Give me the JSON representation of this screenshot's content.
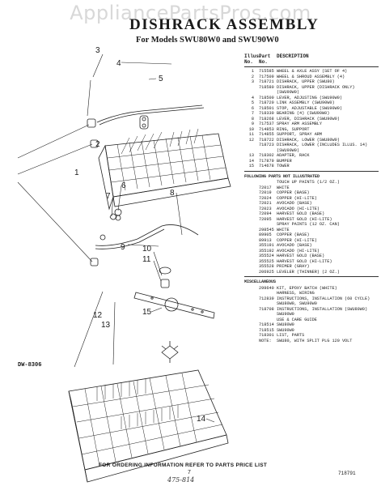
{
  "watermark": "AppliancePartsPros.com",
  "title": "DISHRACK ASSEMBLY",
  "subtitle": "For Models SWU80W0 and SWU90W0",
  "diagram_code": "DW-8306",
  "callouts": [
    "1",
    "2",
    "3",
    "4",
    "5",
    "6",
    "7",
    "8",
    "9",
    "10",
    "11",
    "12",
    "13",
    "14",
    "15"
  ],
  "parts_header": {
    "illus": "Illus. No.",
    "part": "Part No.",
    "desc": "DESCRIPTION"
  },
  "parts": [
    {
      "no": "1",
      "part": "715585",
      "desc": "WHEEL & AXLE ASSY (SET OF 4)"
    },
    {
      "no": "2",
      "part": "717509",
      "desc": "WHEEL & SHROUD ASSEMBLY (4)"
    },
    {
      "no": "3",
      "part": "718721",
      "desc": "DISHRACK, UPPER (SWU80)"
    },
    {
      "no": "",
      "part": "718580",
      "desc": "DISHRACK, UPPER (DISHRACK ONLY) (SWU90W0)"
    },
    {
      "no": "4",
      "part": "718500",
      "desc": "LEVER, ADJUSTING (SWU90W0)"
    },
    {
      "no": "5",
      "part": "718720",
      "desc": "LINK ASSEMBLY (SWU90W0)"
    },
    {
      "no": "6",
      "part": "718501",
      "desc": "STOP, ADJUSTABLE (SWU90W0)"
    },
    {
      "no": "7",
      "part": "718330",
      "desc": "BEARING (4) (SWU90W0)"
    },
    {
      "no": "8",
      "part": "718268",
      "desc": "LEVER, DISHRACK (SWU90W0)"
    },
    {
      "no": "9",
      "part": "717537",
      "desc": "SPRAY ARM ASSEMBLY"
    },
    {
      "no": "10",
      "part": "714853",
      "desc": "RING, SUPPORT"
    },
    {
      "no": "11",
      "part": "714855",
      "desc": "SUPPORT, SPRAY ARM"
    },
    {
      "no": "12",
      "part": "718722",
      "desc": "DISHRACK, LOWER (SWU80W0)"
    },
    {
      "no": "",
      "part": "718723",
      "desc": "DISHRACK, LOWER (INCLUDES ILLUS. 14) (SWU90W0)"
    },
    {
      "no": "13",
      "part": "718302",
      "desc": "ADAPTER, RACK"
    },
    {
      "no": "14",
      "part": "717879",
      "desc": "BUMPER"
    },
    {
      "no": "15",
      "part": "714678",
      "desc": "TOWER"
    }
  ],
  "not_illustrated_heading": "FOLLOWING PARTS NOT ILLUSTRATED",
  "not_illustrated": [
    {
      "part": "",
      "desc": "TOUCH UP PAINTS (1/2 OZ.)"
    },
    {
      "part": "72017",
      "desc": "WHITE"
    },
    {
      "part": "72019",
      "desc": "COPPER (BASE)"
    },
    {
      "part": "72024",
      "desc": "COPPER (HI-LITE)"
    },
    {
      "part": "72021",
      "desc": "AVOCADO (BASE)"
    },
    {
      "part": "72023",
      "desc": "AVOCADO (HI-LITE)"
    },
    {
      "part": "72094",
      "desc": "HARVEST GOLD (BASE)"
    },
    {
      "part": "72095",
      "desc": "HARVEST GOLD (HI-LITE)"
    },
    {
      "part": "",
      "desc": "SPRAY PAINTS (12 OZ. CAN)"
    },
    {
      "part": "298545",
      "desc": "WHITE"
    },
    {
      "part": "89905",
      "desc": "COPPER (BASE)"
    },
    {
      "part": "89913",
      "desc": "COPPER (HI-LITE)"
    },
    {
      "part": "355191",
      "desc": "AVOCADO (BASE)"
    },
    {
      "part": "355192",
      "desc": "AVOCADO (HI-LITE)"
    },
    {
      "part": "355524",
      "desc": "HARVEST GOLD (BASE)"
    },
    {
      "part": "355525",
      "desc": "HARVEST GOLD (HI-LITE)"
    },
    {
      "part": "355528",
      "desc": "PRIMER (GRAY)"
    },
    {
      "part": "206925",
      "desc": "LEVELER (THINNER) (2 OZ.)"
    }
  ],
  "misc_heading": "MISCELLANEOUS",
  "misc": [
    {
      "part": "299640",
      "desc": "KIT, EPOXY BATCH (WHITE)"
    },
    {
      "part": "",
      "desc": "HARNESS, WIRING"
    },
    {
      "part": "712839",
      "desc": "INSTRUCTIONS, INSTALLATION (60 CYCLE) SWU80W0, SWU90W0"
    },
    {
      "part": "718708",
      "desc": "INSTRUCTIONS, INSTALLATION (SWU80W0) SWU90W0"
    },
    {
      "part": "",
      "desc": "USE & CARE GUIDE"
    },
    {
      "part": "718514",
      "desc": "SWU80W0"
    },
    {
      "part": "718515",
      "desc": "SWU90W0"
    },
    {
      "part": "718301",
      "desc": "LIST, PARTS"
    },
    {
      "part": "",
      "desc": ""
    },
    {
      "part": "NOTE:",
      "desc": "SWU80, WITH SPLIT PLG 120 VOLT"
    }
  ],
  "ordering_note": "FOR ORDERING INFORMATION REFER TO PARTS PRICE LIST",
  "page_number": "7",
  "handwritten": "475-814",
  "doc_code": "718791"
}
